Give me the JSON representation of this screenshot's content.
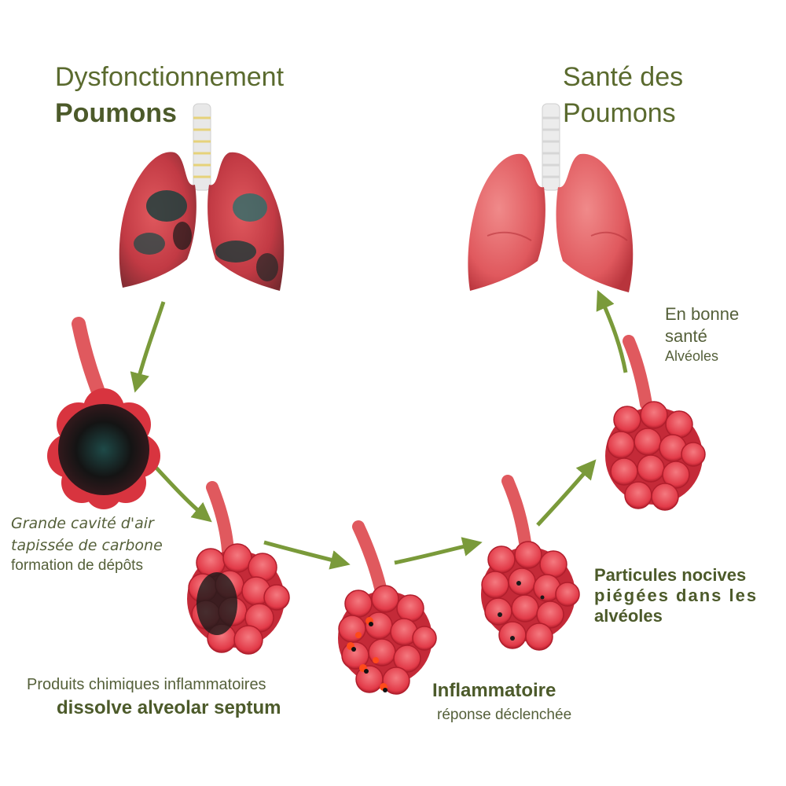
{
  "titles": {
    "left_line1": "Dysfonctionnement",
    "left_line2": "Poumons",
    "right_line1": "Santé des",
    "right_line2": "Poumons"
  },
  "labels": {
    "healthy_line1": "En bonne",
    "healthy_line2": "santé",
    "healthy_line3": "Alvéoles",
    "particles_line1": "Particules nocives",
    "particles_line2": "piégées dans les",
    "particles_line3": "alvéoles",
    "inflam_line1": "Inflammatoire",
    "inflam_line2": "réponse déclenchée",
    "chem_line1": "Produits chimiques inflammatoires",
    "chem_line2": "dissolve alveolar septum",
    "cavity_line1": "Grande cavité d'air",
    "cavity_line2": "tapissée de carbone",
    "cavity_line3": "formation de dépôts"
  },
  "colors": {
    "text_olive": "#4c5a2a",
    "arrow_green": "#7a9a3a",
    "lung_red": "#e0595e",
    "alveoli_red": "#e23a48",
    "damage_dark": "#2a2a2a"
  },
  "icons": [
    "damaged-lungs-icon",
    "healthy-lungs-icon",
    "alveoli-cluster-icon",
    "cycle-arrow-icon"
  ]
}
